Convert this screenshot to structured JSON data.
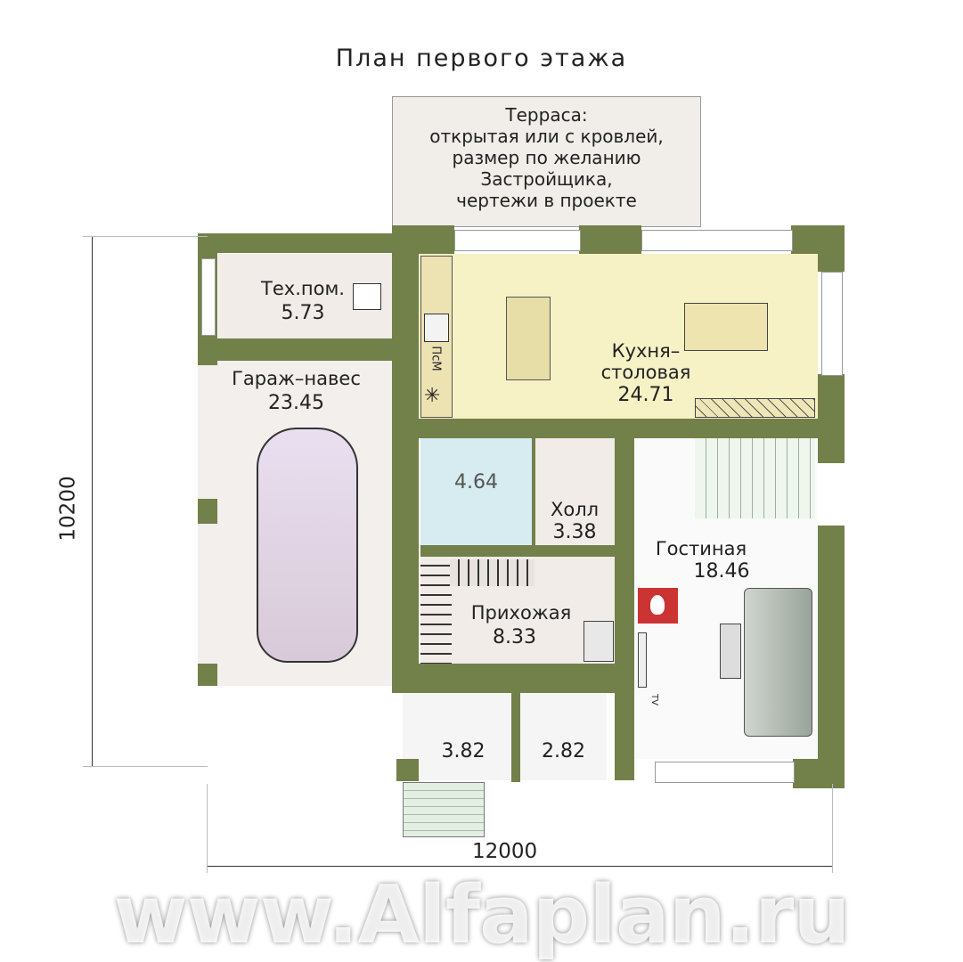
{
  "title": "План первого этажа",
  "terrace": {
    "lines": [
      "Терраса:",
      "открытая или с кровлей,",
      "размер по желанию",
      "Застройщика,",
      "чертежи в проекте"
    ]
  },
  "rooms": {
    "tech": {
      "name": "Тех.пом.",
      "area": "5.73"
    },
    "garage": {
      "name": "Гараж–навес",
      "area": "23.45"
    },
    "kitchen": {
      "name_1": "Кухня–",
      "name_2": "столовая",
      "area": "24.71"
    },
    "bath": {
      "area": "4.64"
    },
    "hall": {
      "name": "Холл",
      "area": "3.38"
    },
    "living": {
      "name": "Гостиная",
      "area": "18.46"
    },
    "entry": {
      "name": "Прихожая",
      "area": "8.33"
    },
    "vestibule": {
      "area": "3.82"
    },
    "storage": {
      "area": "2.82"
    }
  },
  "dishwasher_label": "ПсМ",
  "tv_label": "TV",
  "dimensions": {
    "width": "12000",
    "height": "10200"
  },
  "watermark": "www.Alfaplan.ru",
  "colors": {
    "wall": "#728049",
    "kitchen": "#f6f2c6",
    "bath": "#d6ecf1",
    "floor": "#f1ece8"
  }
}
